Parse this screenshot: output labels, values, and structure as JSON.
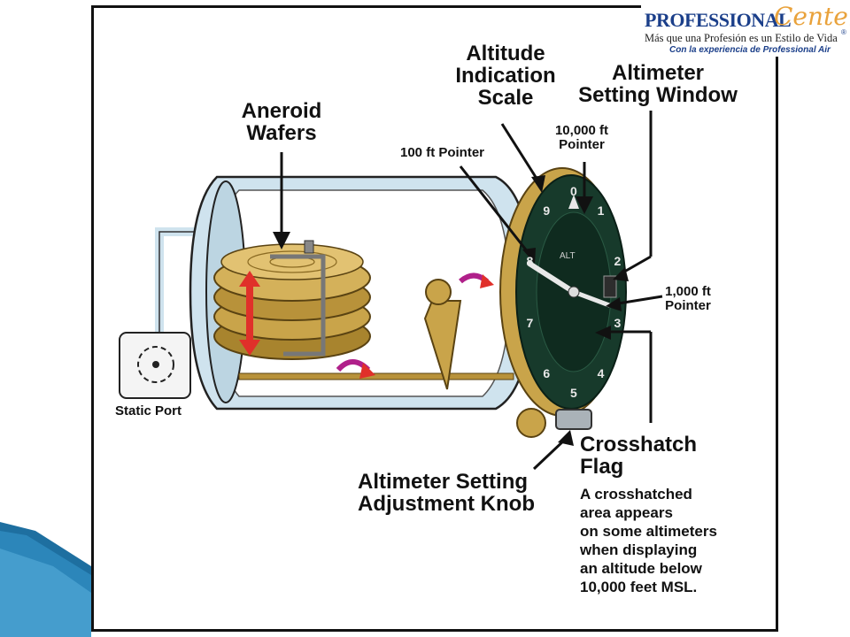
{
  "logo": {
    "brand_first": "PROFESSIONAL",
    "brand_second": "Center",
    "registered": "®",
    "tagline": "Más que una Profesión es un Estilo de Vida",
    "subtitle": "Con la experiencia de Professional Air"
  },
  "diagram": {
    "labels": {
      "altitude_scale_1": "Altitude",
      "altitude_scale_2": "Indication",
      "altitude_scale_3": "Scale",
      "setting_window_1": "Altimeter",
      "setting_window_2": "Setting Window",
      "aneroid_1": "Aneroid",
      "aneroid_2": "Wafers",
      "pointer_10000_1": "10,000 ft",
      "pointer_10000_2": "Pointer",
      "pointer_100": "100 ft Pointer",
      "pointer_1000_1": "1,000 ft",
      "pointer_1000_2": "Pointer",
      "static_port": "Static Port",
      "crosshatch_1": "Crosshatch",
      "crosshatch_2": "Flag",
      "knob_1": "Altimeter Setting",
      "knob_2": "Adjustment Knob"
    },
    "crosshatch_description": [
      "A crosshatched",
      "area appears",
      "on some altimeters",
      "when displaying",
      "an altitude below",
      "10,000 feet MSL."
    ],
    "dial_numbers": [
      "0",
      "1",
      "2",
      "3",
      "4",
      "5",
      "6",
      "7",
      "8",
      "9"
    ],
    "dial_center_text": "ALT",
    "colors": {
      "dial": "#173a2b",
      "wafers": "#c9a44a",
      "housing": "#cfe3ee",
      "arrows": "#b0208a",
      "slide_blue": "#1e6fa0"
    }
  }
}
